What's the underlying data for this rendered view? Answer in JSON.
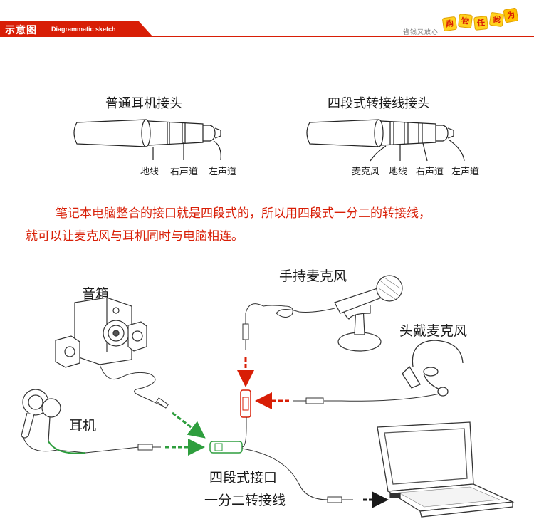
{
  "header": {
    "title": "示意图",
    "subtitle": "Diagrammatic sketch",
    "slogan": "省钱又放心",
    "badge_chars": [
      "购",
      "物",
      "任",
      "我",
      "为"
    ],
    "accent_color": "#d81e06"
  },
  "connectors": {
    "standard": {
      "title": "普通耳机接头",
      "parts": [
        "地线",
        "右声道",
        "左声道"
      ]
    },
    "four_segment": {
      "title": "四段式转接线接头",
      "parts": [
        "麦克风",
        "地线",
        "右声道",
        "左声道"
      ]
    }
  },
  "note": {
    "line1": "笔记本电脑整合的接口就是四段式的，所以用四段式一分二的转接线，",
    "line2": "就可以让麦克风与耳机同时与电脑相连。",
    "color": "#d81e06"
  },
  "devices": {
    "speaker": "音箱",
    "handheld_mic": "手持麦克风",
    "headset_mic": "头戴麦克风",
    "earphone": "耳机",
    "adapter_line1": "四段式接口",
    "adapter_line2": "一分二转接线"
  },
  "arrow_colors": {
    "audio": "#2e9e3e",
    "mic": "#d81e06",
    "output": "#1a1a1a"
  },
  "icons": [
    "plug-icon",
    "speaker-icon",
    "microphone-icon",
    "headset-icon",
    "earphone-icon",
    "laptop-icon",
    "arrow-icon"
  ]
}
